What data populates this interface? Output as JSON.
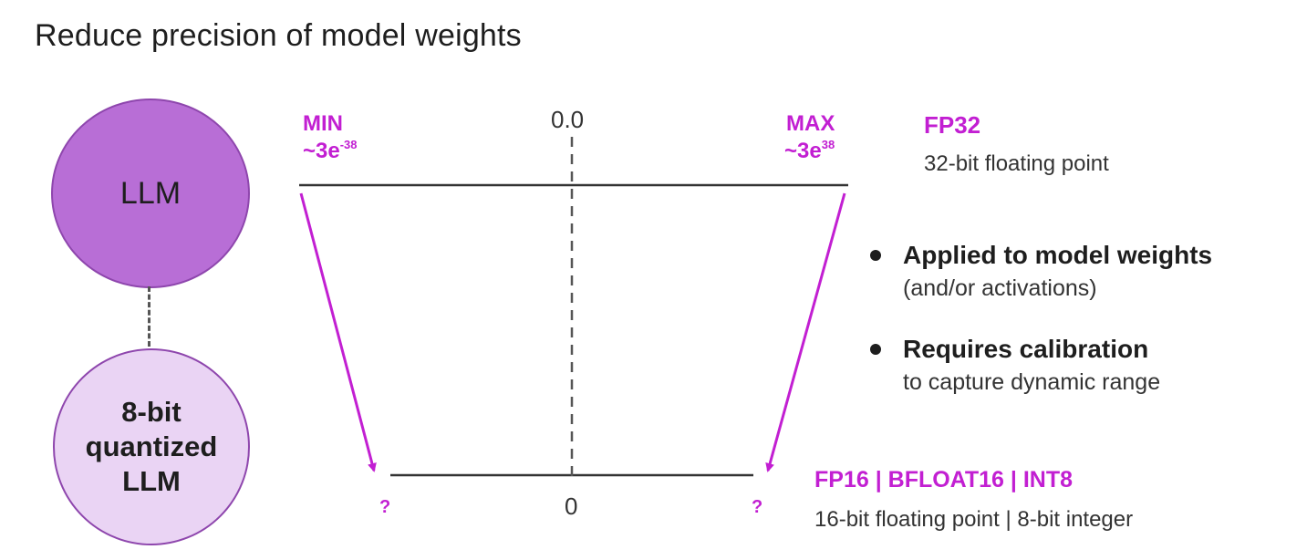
{
  "title": "Reduce precision of model weights",
  "models": {
    "original": "LLM",
    "quantized_lines": [
      "8-bit",
      "quantized",
      "LLM"
    ]
  },
  "range": {
    "min_label": "MIN",
    "min_value": "~3e",
    "min_exp": "-38",
    "max_label": "MAX",
    "max_value": "~3e",
    "max_exp": "38",
    "center_top": "0.0",
    "center_bottom": "0",
    "unknown_left": "?",
    "unknown_right": "?"
  },
  "formats": {
    "high": "FP32",
    "high_desc": "32-bit floating point",
    "low": "FP16 | BFLOAT16 | INT8",
    "low_desc": "16-bit floating point | 8-bit integer"
  },
  "bullets": [
    {
      "head": "Applied to model weights",
      "sub": "(and/or activations)"
    },
    {
      "head": "Requires calibration",
      "sub": "to capture dynamic range"
    }
  ],
  "colors": {
    "accent": "#c21fd2",
    "llm_fill": "#b86ed6",
    "quantized_fill": "#ead4f4"
  }
}
